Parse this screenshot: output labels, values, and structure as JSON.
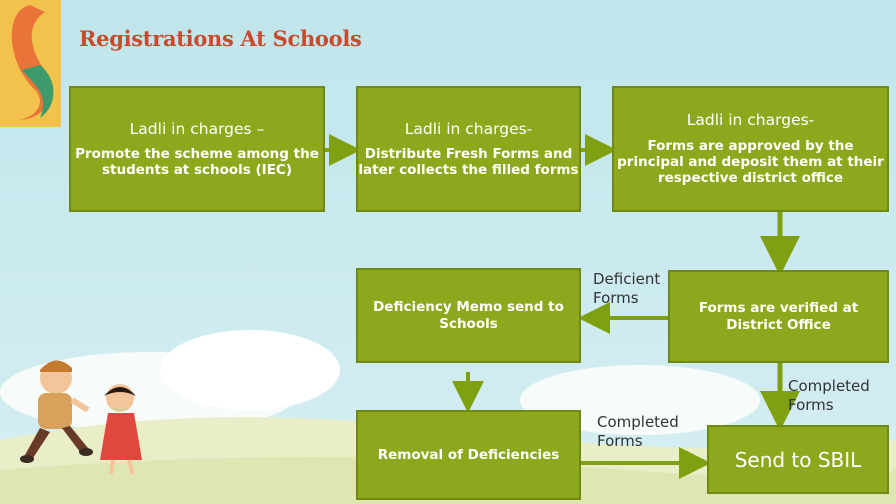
{
  "title": "Registrations At Schools",
  "colors": {
    "box": "#8ea81d",
    "title": "#c94a2b",
    "arrow": "#7fa011"
  },
  "boxes": {
    "b1": {
      "heading": "Ladli in charges –",
      "text": "Promote the scheme among the students at schools (IEC)"
    },
    "b2": {
      "heading": "Ladli in charges-",
      "text": "Distribute Fresh Forms and later collects the filled forms"
    },
    "b3": {
      "heading": "Ladli in charges-",
      "text": "Forms are approved by the principal and deposit them at their respective district office"
    },
    "b4": {
      "text": "Forms are verified at District Office"
    },
    "b5": {
      "text": "Deficiency Memo send to Schools"
    },
    "b6": {
      "text": "Removal of Deficiencies"
    },
    "b7": {
      "text": "Send to SBIL"
    }
  },
  "labels": {
    "deficient": "Deficient Forms",
    "completed_right": "Completed Forms",
    "completed_bottom": "Completed Forms"
  }
}
